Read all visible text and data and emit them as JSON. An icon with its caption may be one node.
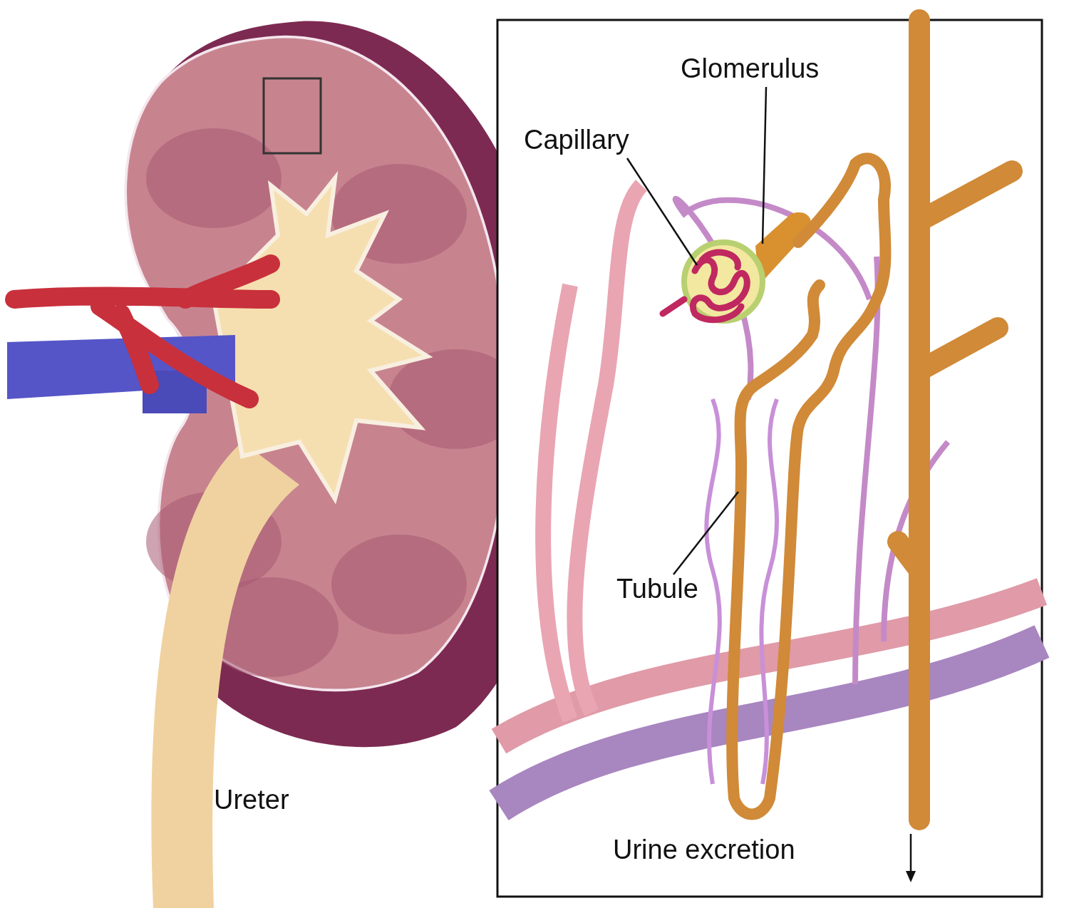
{
  "diagram": {
    "nodes": [
      {
        "text": [
          "Capillary"
        ]
      },
      {
        "text": [
          "Glomerulus"
        ]
      },
      {
        "text": [
          "Tubule"
        ]
      },
      {
        "text": [],
        "shape": "picture"
      },
      {
        "text": [],
        "shape": "picture"
      },
      {
        "text": [],
        "shape": "picture"
      }
    ],
    "edges": [
      {
        "from": 0,
        "to": 3,
        "arrow": "none"
      },
      {
        "from": 1,
        "to": 4,
        "arrow": "none"
      },
      {
        "from": 2,
        "to": 5,
        "arrow": "none"
      }
    ],
    "labels": [
      "Ureter",
      "Urine excretion"
    ]
  }
}
